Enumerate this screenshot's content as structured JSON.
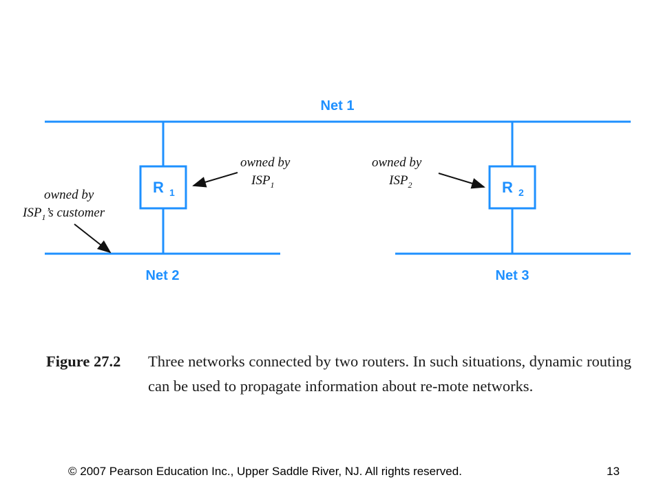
{
  "diagram": {
    "net1_label": "Net 1",
    "net2_label": "Net 2",
    "net3_label": "Net 3",
    "router1": {
      "letter": "R",
      "sub": "1"
    },
    "router2": {
      "letter": "R",
      "sub": "2"
    },
    "annotation_isp1": {
      "line1": "owned by",
      "line2_pre": "ISP",
      "line2_sub": "1"
    },
    "annotation_isp2": {
      "line1": "owned by",
      "line2_pre": "ISP",
      "line2_sub": "2"
    },
    "annotation_customer": {
      "line1": "owned by",
      "line2_pre": "ISP",
      "line2_sub": "1",
      "line2_post": "’s customer"
    },
    "line_color": "#1e90ff"
  },
  "caption": {
    "label": "Figure 27.2",
    "text": "Three networks connected by two routers. In such situations, dynamic routing can be used to propagate information about re-mote networks."
  },
  "footer": {
    "copyright": "© 2007 Pearson Education Inc., Upper Saddle River, NJ. All rights reserved.",
    "page_number": "13"
  }
}
